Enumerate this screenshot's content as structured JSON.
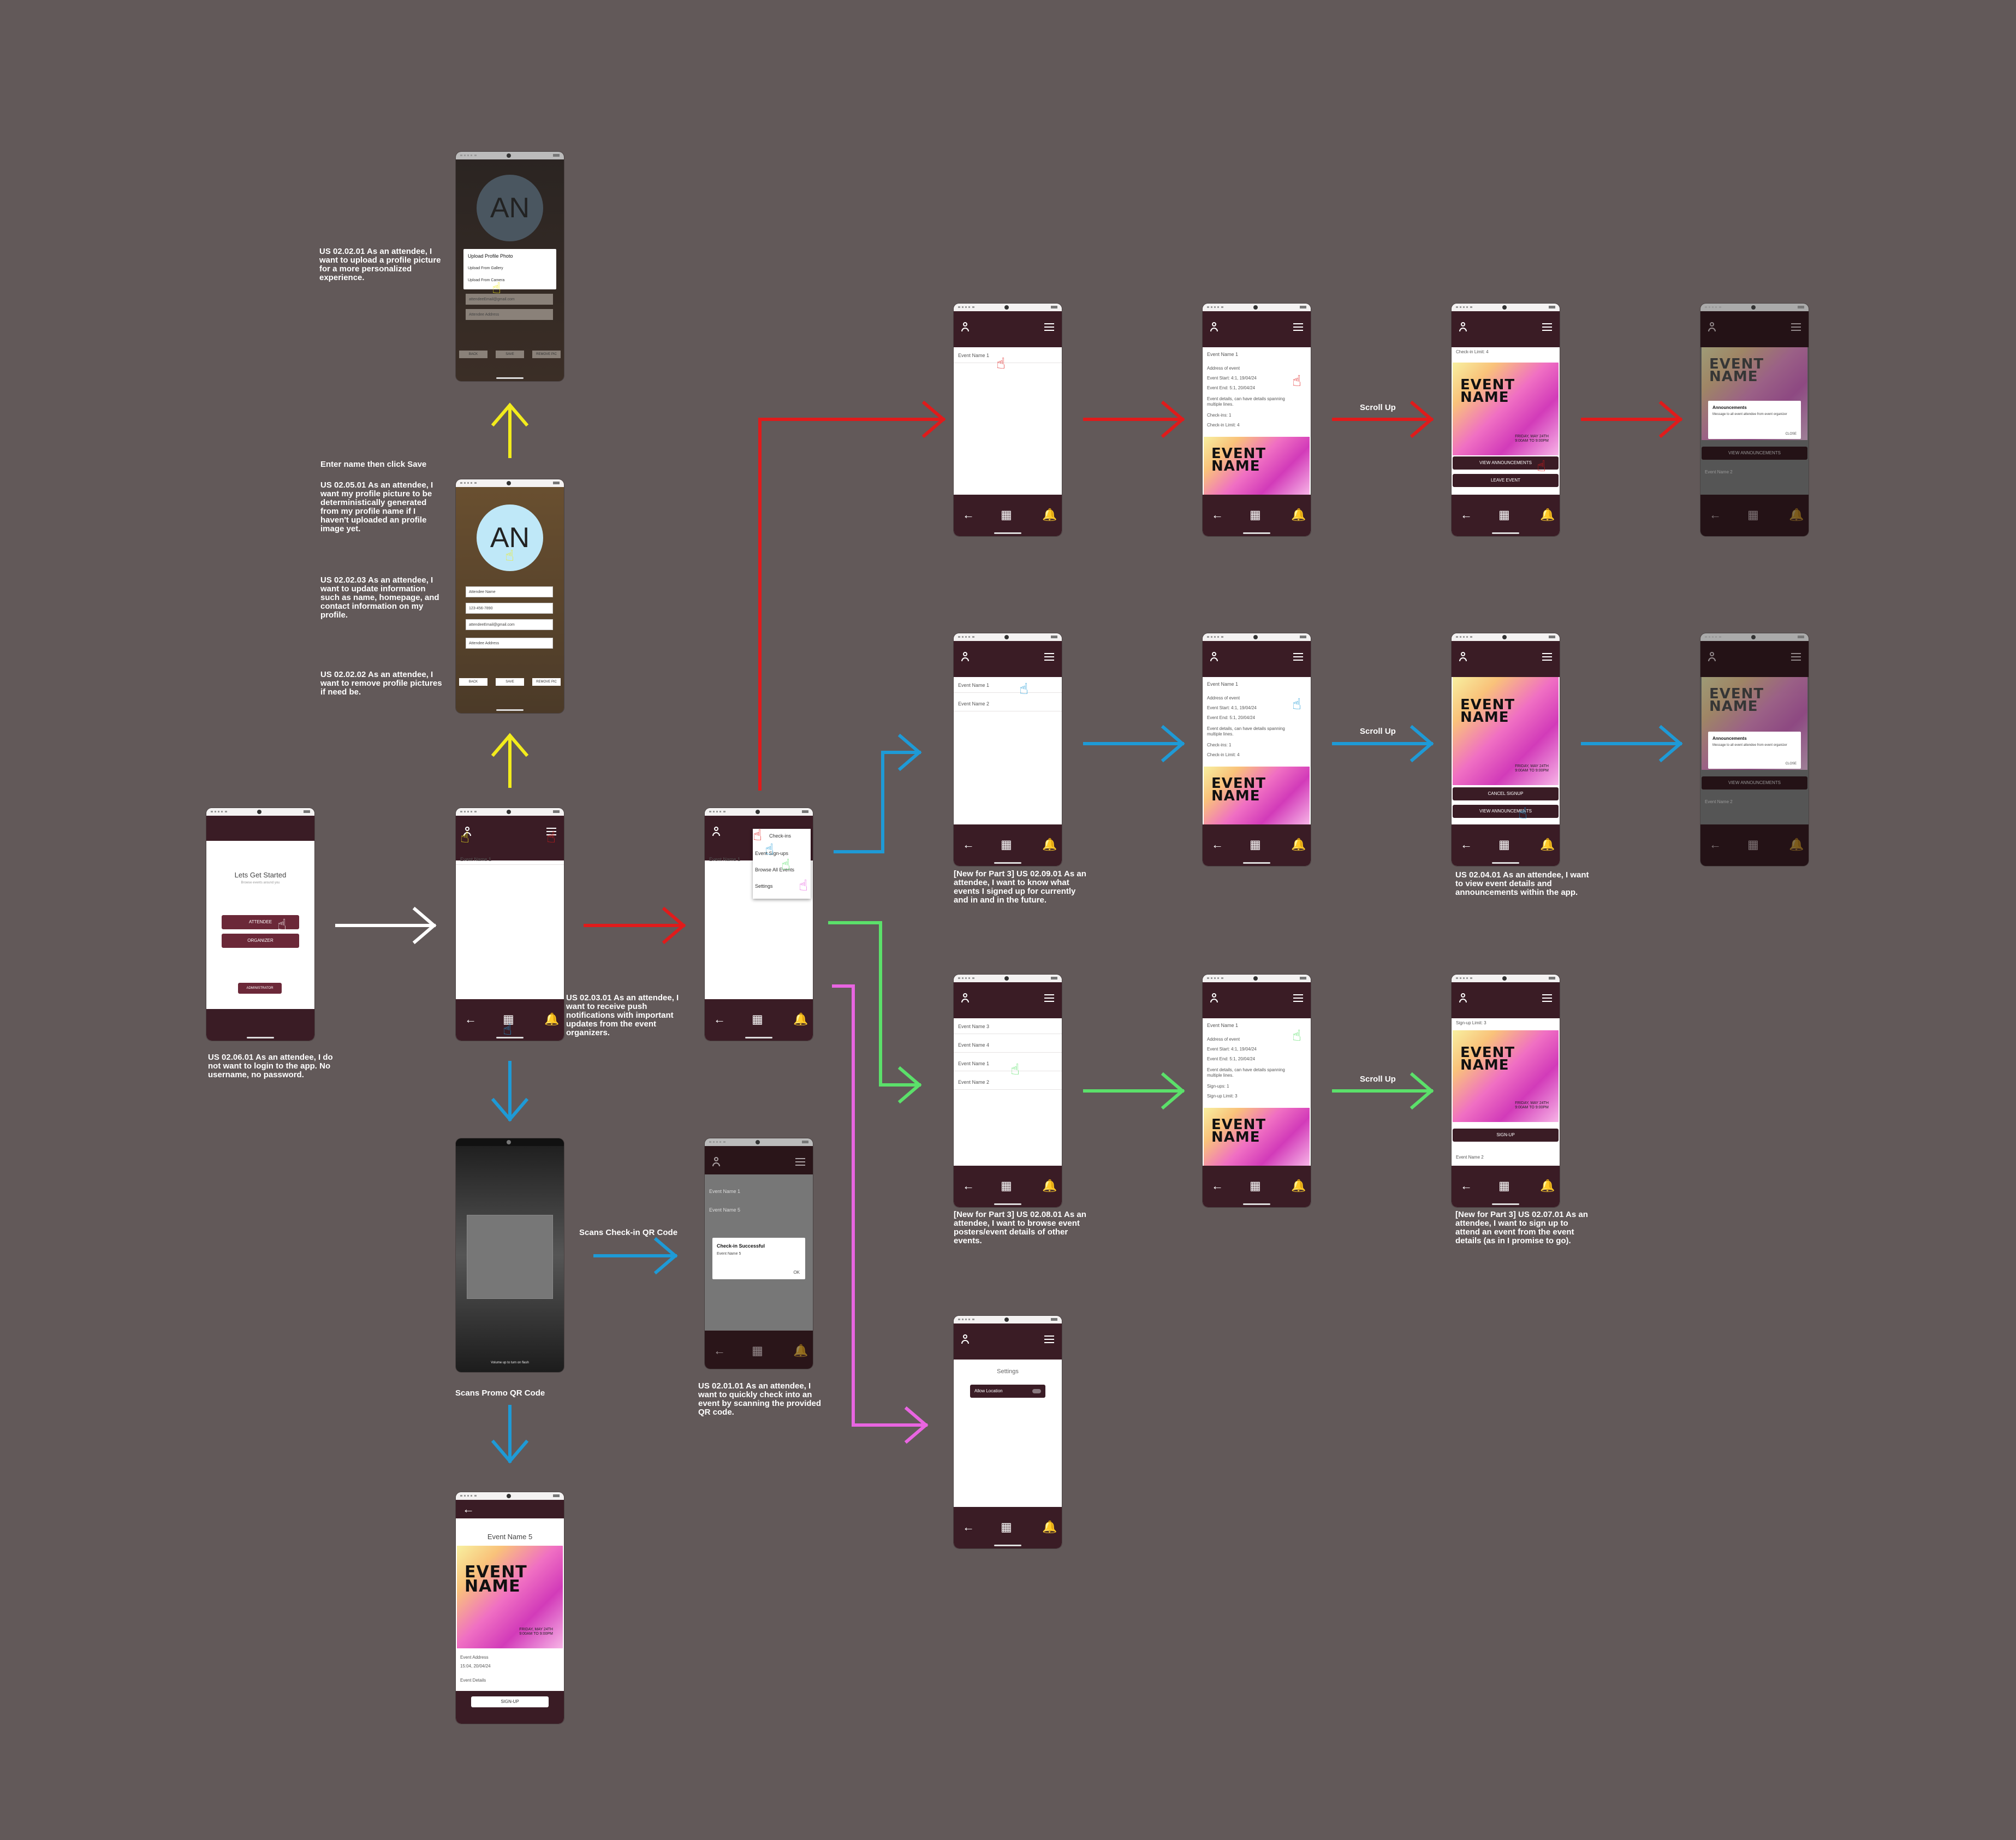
{
  "colors": {
    "background": "#625959",
    "app_bar": "#3a1c25",
    "red_flow": "#e01b1b",
    "blue_flow": "#1e9ad6",
    "green_flow": "#5be06a",
    "magenta_flow": "#e865e1",
    "yellow_flow": "#f2ec1c",
    "white_flow": "#ffffff"
  },
  "icons": {
    "profile": "person-icon",
    "menu": "hamburger-icon",
    "back": "back-arrow-icon",
    "qr": "qr-icon",
    "bell": "bell-icon",
    "cursor": "hand-cursor-icon"
  },
  "nav": {
    "back": "←",
    "qr": "▦",
    "bell": "🔔"
  },
  "cursor_glyph": "☝",
  "screens": {
    "start": {
      "title": "Lets Get Started",
      "subtitle": "Browse events around you",
      "attendee": "ATTENDEE",
      "organizer": "ORGANIZER",
      "admin": "ADMINISTRATOR"
    },
    "home": {
      "item1": "Event Name 1"
    },
    "menu_open": {
      "item1": "Event Name 1",
      "menu": [
        "Check-ins",
        "Event Sign-ups",
        "Browse All Events",
        "Settings"
      ]
    },
    "profile_upload": {
      "initials": "AN",
      "dialog_title": "Upload Profile Photo",
      "opt1": "Upload From Gallery",
      "opt2": "Upload From Camera",
      "field1": "attendeeEmail@gmail.com",
      "field2": "Attendee Address",
      "btns": [
        "BACK",
        "SAVE",
        "REMOVE PIC"
      ]
    },
    "profile_edit": {
      "initials": "AN",
      "fields": [
        "Attendee Name",
        "123-456-7890",
        "attendeeEmail@gmail.com",
        "Attendee Address"
      ],
      "btns": [
        "BACK",
        "SAVE",
        "REMOVE PIC"
      ]
    },
    "scanner": {
      "hint": "Volume up to turn on flash"
    },
    "checkin": {
      "item1": "Event Name 1",
      "item2": "Event Name 5",
      "dialog_title": "Check-in Successful",
      "dialog_body": "Event Name 5",
      "ok": "OK"
    },
    "promo": {
      "title": "Event Name 5",
      "addr": "Event Address",
      "date": "15:04, 20/04/24",
      "details": "Event Details",
      "signup": "SIGN-UP"
    },
    "poster": {
      "title": "EVENT NAME",
      "sub": "FRIDAY, MAY 24TH\n9:00AM TO 9:00PM"
    },
    "checkins_list": {
      "item1": "Event Name 1"
    },
    "checkins_detail": {
      "title": "Event Name 1",
      "lines": [
        "Address of event",
        "Event Start: 4:1, 19/04/24",
        "Event End: 5:1, 20/04/24",
        "Event details, can have details spanning multiple lines.",
        "Check-ins: 1",
        "Check-in Limit: 4"
      ]
    },
    "checkins_scrolled": {
      "top": "Check-in Limit: 4",
      "btn1": "VIEW ANNOUNCEMENTS",
      "btn2": "LEAVE EVENT"
    },
    "announce_a": {
      "title": "Announcements",
      "body": "Message to all event attendee from event organizer",
      "close": "CLOSE",
      "btn": "VIEW ANNOUNCEMENTS",
      "below": "Event Name 2"
    },
    "signups_list": {
      "items": [
        "Event Name 1",
        "Event Name 2"
      ]
    },
    "signups_detail": {
      "title": "Event Name 1",
      "lines": [
        "Address of event",
        "Event Start: 4:1, 19/04/24",
        "Event End: 5:1, 20/04/24",
        "Event details, can have details spanning multiple lines.",
        "Check-ins: 1",
        "Check-in Limit: 4"
      ]
    },
    "signups_scrolled": {
      "btn1": "CANCEL SIGNUP",
      "btn2": "VIEW ANNOUNCEMENTS"
    },
    "announce_b": {
      "title": "Announcements",
      "body": "Message to all event attendee from event organizer",
      "close": "CLOSE",
      "btn": "VIEW ANNOUNCEMENTS",
      "below": "Event Name 2"
    },
    "browse_list": {
      "items": [
        "Event Name 3",
        "Event Name 4",
        "Event Name 1",
        "Event Name 2"
      ]
    },
    "browse_detail": {
      "title": "Event Name 1",
      "lines": [
        "Address of event",
        "Event Start: 4:1, 19/04/24",
        "Event End: 5:1, 20/04/24",
        "Event details, can have details spanning multiple lines.",
        "Sign-ups: 1",
        "Sign-up Limit: 3"
      ]
    },
    "browse_scrolled": {
      "top": "Sign-up Limit: 3",
      "btn": "SIGN-UP",
      "below": "Event Name 2"
    },
    "settings": {
      "title": "Settings",
      "toggle": "Allow Location"
    }
  },
  "notes": {
    "upload": "US 02.02.01 As an attendee, I want to upload a profile picture for a more personalized experience.",
    "enter_name": "Enter name then click Save",
    "generated": "US 02.05.01 As an attendee, I want my profile picture to be deterministically generated from my profile name if I haven't uploaded an profile image yet.",
    "update_info": "US 02.02.03 As an attendee, I want to update information such as name, homepage, and contact information on my profile.",
    "remove_pic": "US 02.02.02 As an attendee, I want to remove profile pictures if need be.",
    "no_login": "US 02.06.01 As an attendee, I do not want to login to the app. No username, no password.",
    "push": "US 02.03.01 As an attendee, I want to receive push notifications with important updates from the event organizers.",
    "checkin_qr": "US 02.01.01 As an attendee, I want to quickly check into an event by scanning the provided QR code.",
    "signed_up": "[New for Part 3] US 02.09.01 As an attendee, I want to know what events I signed up for currently and in and in the future.",
    "view_details": "US 02.04.01 As an attendee, I want to view event details and announcements within the app.",
    "browse": "[New for Part 3] US 02.08.01 As an attendee, I want to browse event posters/event details of other events.",
    "sign_up": "[New for Part 3] US 02.07.01 As an attendee, I want to sign up to attend an event from the event details (as in I promise to go)."
  },
  "labels": {
    "scans_checkin": "Scans Check-in QR Code",
    "scans_promo": "Scans Promo QR Code",
    "scroll_up": "Scroll Up"
  }
}
